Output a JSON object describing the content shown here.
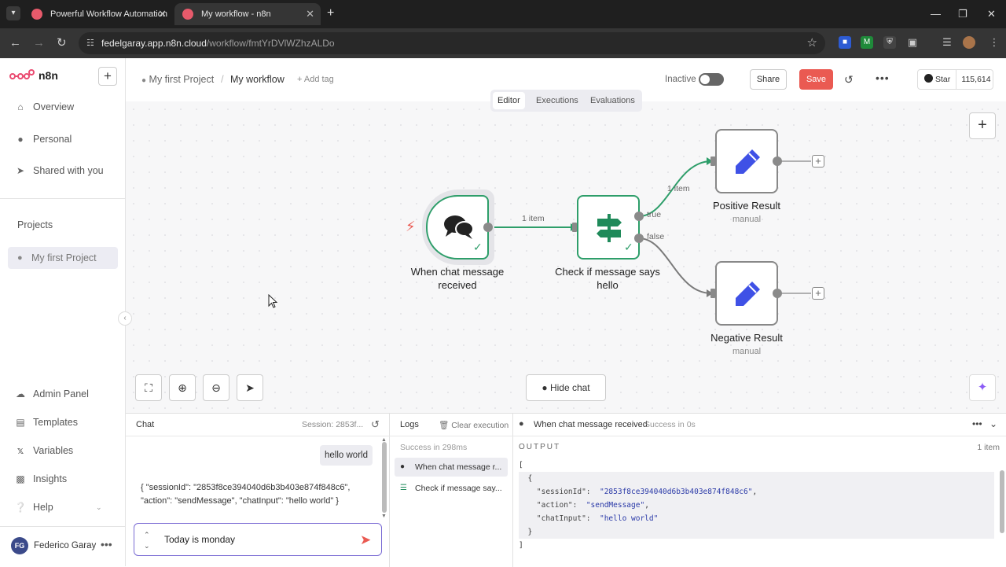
{
  "browser": {
    "tabs": [
      {
        "title": "Powerful Workflow Automation"
      },
      {
        "title": "My workflow - n8n"
      }
    ],
    "url_domain": "fedelgaray.app.n8n.cloud",
    "url_path": "/workflow/fmtYrDVlWZhzALDo"
  },
  "sidebar": {
    "app_name": "n8n",
    "nav": [
      {
        "label": "Overview"
      },
      {
        "label": "Personal"
      },
      {
        "label": "Shared with you"
      }
    ],
    "projects_label": "Projects",
    "project_item": "My first Project",
    "bottom_nav": [
      {
        "label": "Admin Panel"
      },
      {
        "label": "Templates"
      },
      {
        "label": "Variables"
      },
      {
        "label": "Insights"
      },
      {
        "label": "Help"
      }
    ],
    "user": {
      "initials": "FG",
      "name": "Federico Garay"
    }
  },
  "header": {
    "project": "My first Project",
    "separator": "/",
    "workflow": "My workflow",
    "add_tag": "+ Add tag",
    "inactive_label": "Inactive",
    "share_label": "Share",
    "save_label": "Save",
    "github_star": "Star",
    "github_count": "115,614"
  },
  "view_tabs": [
    "Editor",
    "Executions",
    "Evaluations"
  ],
  "canvas": {
    "nodes": [
      {
        "label_line1": "When chat message",
        "label_line2": "received"
      },
      {
        "label_line1": "Check if message says",
        "label_line2": "hello"
      },
      {
        "label": "Positive Result",
        "sub": "manual"
      },
      {
        "label": "Negative Result",
        "sub": "manual"
      }
    ],
    "connections": {
      "trigger_to_if": "1 item",
      "true_label": "true",
      "false_label": "false",
      "true_items": "1 item"
    },
    "hide_chat": "Hide chat"
  },
  "chat": {
    "title": "Chat",
    "session": "Session: 2853f...",
    "user_message": "hello world",
    "bot_message_line1": "{ \"sessionId\": \"2853f8ce394040d6b3b403e874f848c6\",",
    "bot_message_line2": "\"action\": \"sendMessage\", \"chatInput\": \"hello world\" }",
    "input_value": "Today is monday"
  },
  "logs": {
    "title": "Logs",
    "clear": "Clear execution",
    "status": "Success in 298ms",
    "items": [
      {
        "label": "When chat message r..."
      },
      {
        "label": "Check if message say..."
      }
    ]
  },
  "output": {
    "node_title": "When chat message received",
    "status": "Success in 0s",
    "label": "OUTPUT",
    "count": "1 item",
    "json": {
      "open": "[",
      "obj_open": "{",
      "sessionId_key": "\"sessionId\":",
      "sessionId_val": "\"2853f8ce394040d6b3b403e874f848c6\"",
      "action_key": "\"action\":",
      "action_val": "\"sendMessage\"",
      "chatInput_key": "\"chatInput\":",
      "chatInput_val": "\"hello world\"",
      "obj_close": "}",
      "close": "]"
    }
  },
  "colors": {
    "accent_red": "#ea5a52",
    "success_green": "#2e9e6a",
    "edit_blue": "#3f51e6"
  }
}
